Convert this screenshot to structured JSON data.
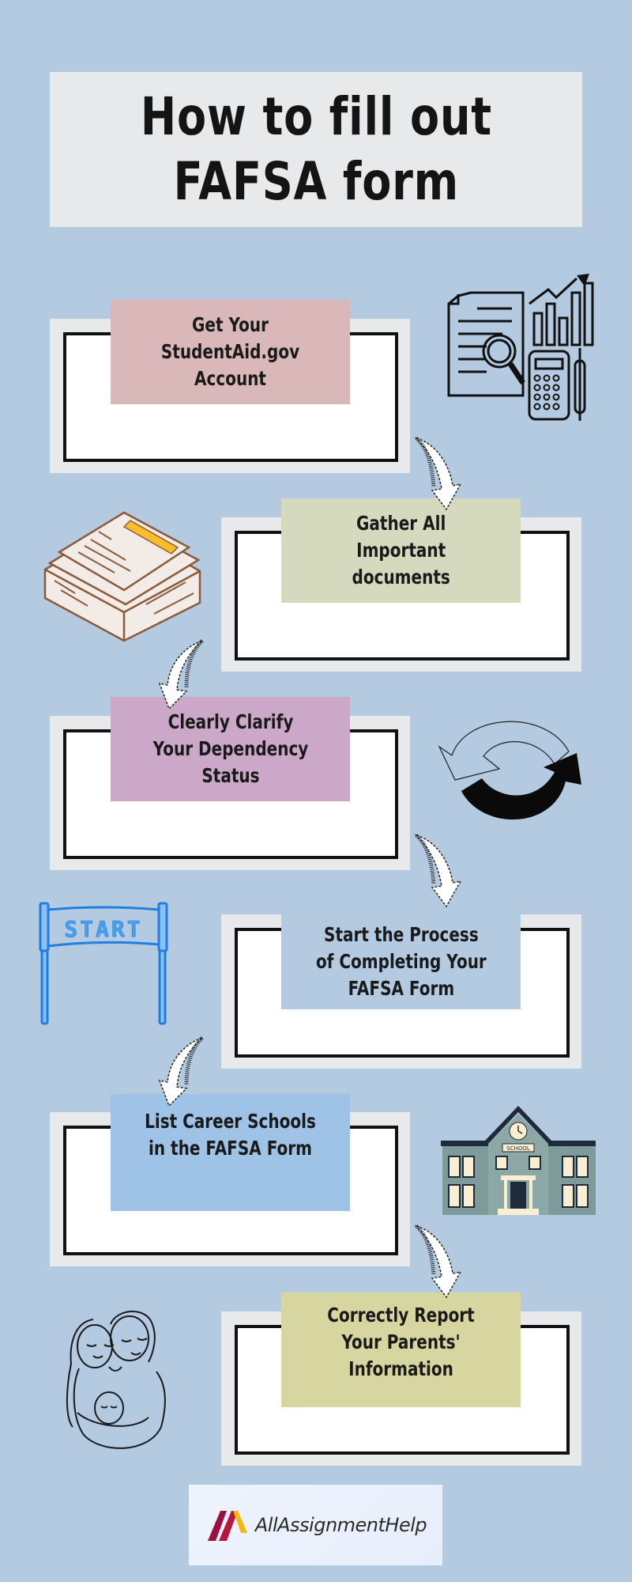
{
  "header": {
    "title_line1": "How to fill out",
    "title_line2": "FAFSA form"
  },
  "steps": [
    {
      "label": "Get Your\nStudentAid.gov\nAccount",
      "color": "#dab8ba",
      "icon": "documents-chart-calculator-icon"
    },
    {
      "label": "Gather All\nImportant\ndocuments",
      "color": "#d5d9bd",
      "icon": "paper-stack-icon"
    },
    {
      "label": "Clearly Clarify\nYour Dependency\nStatus",
      "color": "#cba7c8",
      "icon": "cycle-arrows-icon"
    },
    {
      "label": "Start the Process\nof Completing Your\nFAFSA Form",
      "color": "#b3cae1",
      "icon": "start-banner-icon"
    },
    {
      "label": "List Career Schools\nin the FAFSA Form",
      "color": "#9fc3e6",
      "icon": "school-building-icon"
    },
    {
      "label": "Correctly Report\nYour Parents'\nInformation",
      "color": "#d7d6a0",
      "icon": "family-icon"
    }
  ],
  "icons": {
    "start_banner_text": "START",
    "school_sign_text": "SCHOOL"
  },
  "footer": {
    "brand": "AllAssignmentHelp"
  },
  "colors": {
    "background": "#b3cae1",
    "frame": "#e8e9eb",
    "brand_red": "#9b1040",
    "brand_yellow": "#f5b80f"
  }
}
